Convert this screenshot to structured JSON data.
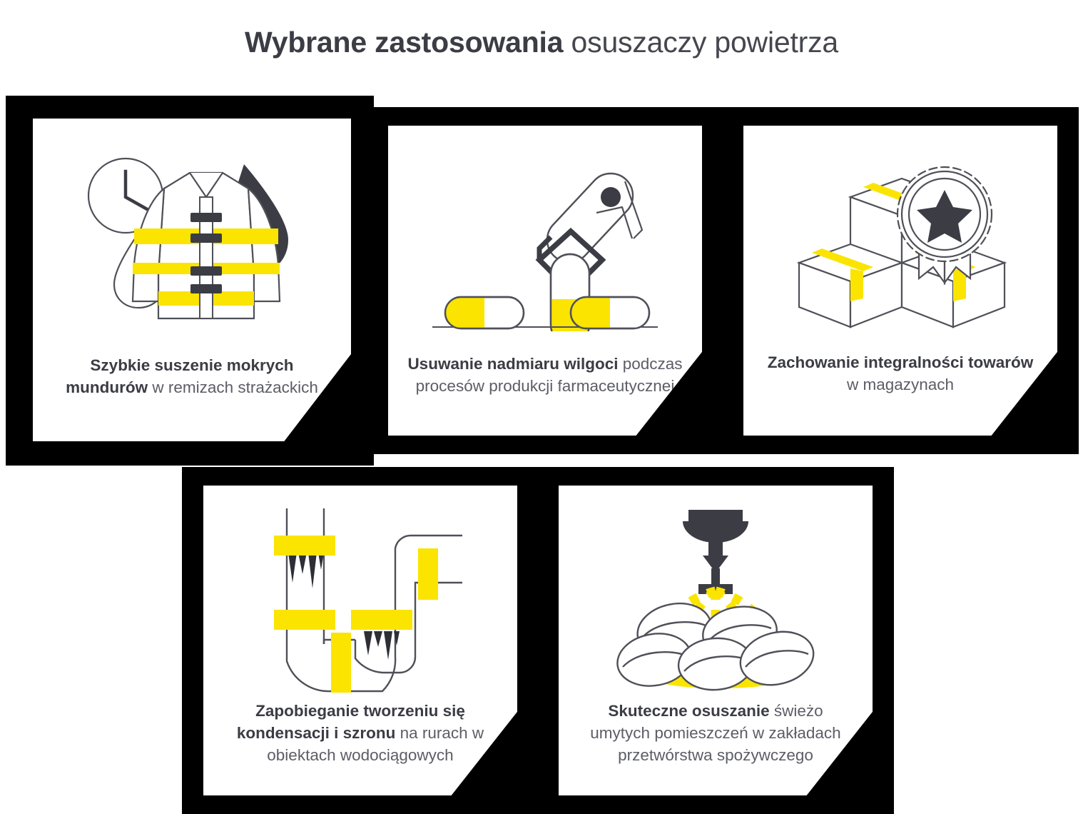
{
  "title": {
    "bold_part": "Wybrane zastosowania",
    "light_part": " osuszaczy powietrza",
    "full": "Wybrane zastosowania osuszaczy powietrza"
  },
  "colors": {
    "accent_yellow": "#FAE400",
    "frame_black": "#000000",
    "text_dark": "#3B3C44",
    "text_gray": "#5C5D66",
    "line_gray": "#4F5058",
    "card_white": "#FFFFFF"
  },
  "cards": [
    {
      "id": "card-firefighter-uniform",
      "icon_name": "firefighter-jacket-clock-droplet-icon",
      "bold_text": "Szybkie suszenie mokrych mundurów",
      "light_text": " w remizach strażackich"
    },
    {
      "id": "card-pharma-production",
      "icon_name": "robotic-arm-pill-capsule-icon",
      "bold_text": "Usuwanie nadmiaru wilgoci",
      "light_text": " podczas procesów produkcji farmaceutycznej"
    },
    {
      "id": "card-warehouse-goods",
      "icon_name": "cardboard-boxes-quality-badge-icon",
      "bold_text": "Zachowanie integralności towarów",
      "light_text": " w magazynach"
    },
    {
      "id": "card-pipe-condensation",
      "icon_name": "frosted-pipes-icon",
      "bold_text": "Zapobieganie tworzeniu się kondensacji i szronu",
      "light_text": " na rurach w obiektach wodociągowych"
    },
    {
      "id": "card-food-processing",
      "icon_name": "sprinkler-coffee-beans-icon",
      "bold_text": "Skuteczne osuszanie",
      "light_text": " świeżo umytych pomieszczeń w zakładach przetwórstwa spożywczego"
    }
  ]
}
